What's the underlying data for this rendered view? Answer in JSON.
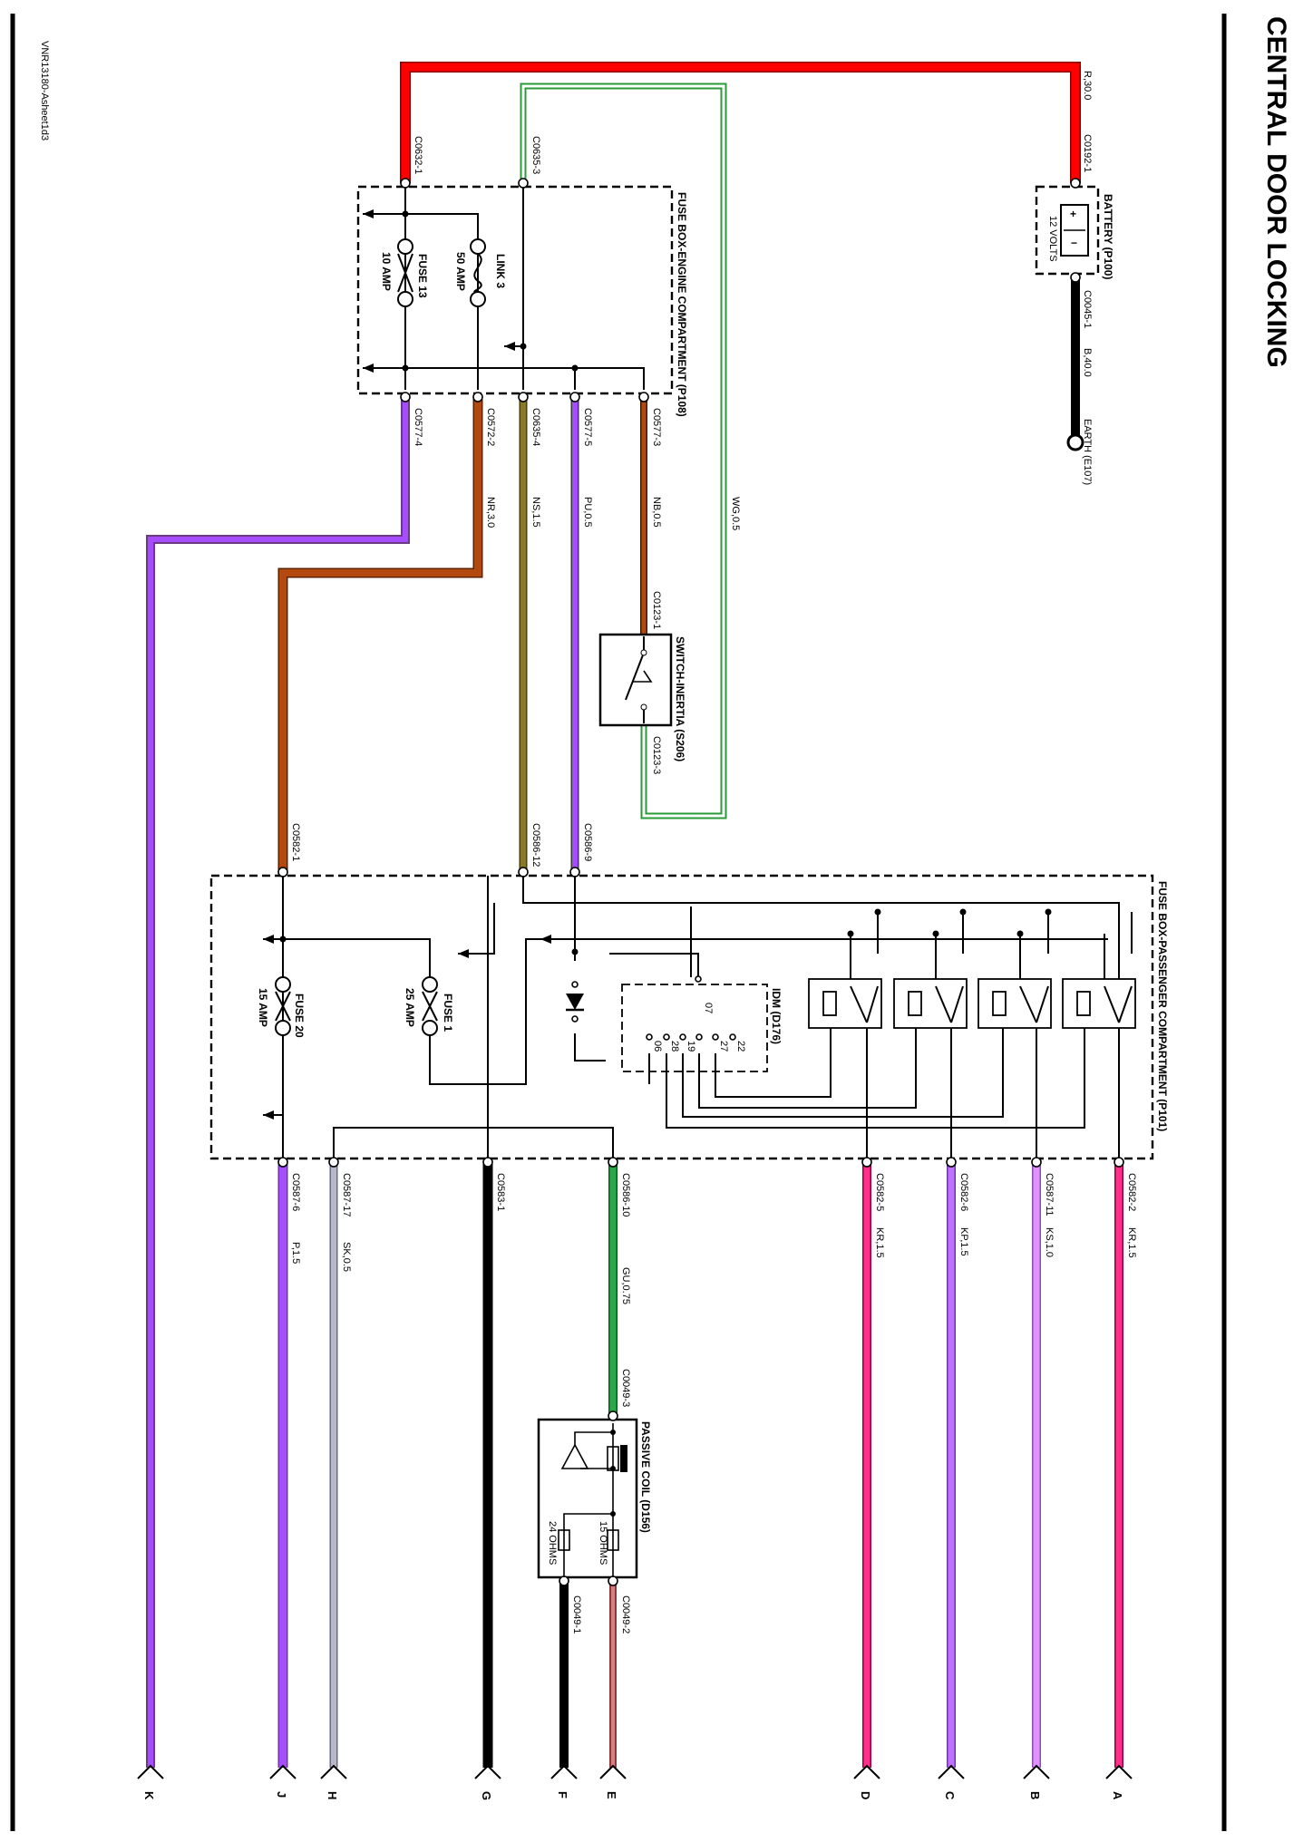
{
  "title": "CENTRAL DOOR LOCKING",
  "doc_ref": "VNR13180-Asheet1d3",
  "battery": {
    "label": "BATTERY (P100)",
    "volts": "12 VOLTS",
    "c_pos": "C0192-1",
    "c_neg": "C0045-1",
    "wire_pos": "R,30.0",
    "wire_neg": "B,40.0",
    "earth": "EARTH (E107)"
  },
  "fuse_engine": {
    "label": "FUSE BOX-ENGINE COMPARTMENT (P108)",
    "link": [
      "LINK 3",
      "50 AMP"
    ],
    "fuse": [
      "FUSE 13",
      "10 AMP"
    ],
    "connectors_top": [
      "C0632-1",
      "C0635-3"
    ],
    "connectors_bottom": [
      "C0577-4",
      "C0572-2",
      "C0635-4",
      "C0577-5",
      "C0577-3"
    ]
  },
  "wires": {
    "wg": "WG,0.5",
    "nb": "NB,0.5",
    "pu": "PU,0.5",
    "ns": "NS,1.5",
    "nr": "NR,3.0"
  },
  "inertia": {
    "label": "SWITCH-INERTIA (S206)",
    "c1": "C0123-1",
    "c3": "C0123-3"
  },
  "fuse_pass": {
    "label": "FUSE BOX-PASSENGER COMPARTMENT (P101)",
    "conn_in": [
      "C0582-1",
      "C0586-12",
      "C0586-9"
    ],
    "fuse1": [
      "FUSE 1",
      "25 AMP"
    ],
    "fuse20": [
      "FUSE 20",
      "15 AMP"
    ],
    "idm": "IDM (D176)",
    "idm_pins": [
      "07",
      "06",
      "28",
      "19",
      "27",
      "22"
    ],
    "conn_out": [
      "C0587-6",
      "C0587-17",
      "C0583-1",
      "C0586-10",
      "C0582-5",
      "C0582-6",
      "C0587-11",
      "C0582-2"
    ]
  },
  "out_wires": [
    "P,1.5",
    "SK,0.5",
    "GU,0.75",
    "KR,1.5",
    "KP,1.5",
    "KS,1.0",
    "KR,1.5"
  ],
  "coil": {
    "label": "PASSIVE COIL (D156)",
    "c_top": "C0049-3",
    "c1": "C0049-1",
    "c2": "C0049-2",
    "r1": "24 OHMS",
    "r2": "15 OHMS"
  },
  "edges": [
    "K",
    "J",
    "H",
    "G",
    "F",
    "E",
    "D",
    "C",
    "B",
    "A"
  ],
  "colors": {
    "red": "#ff0000",
    "purple": "#a64dff",
    "purple_edge": "#8a5fa3",
    "brown": "#b24a10",
    "olive": "#7a6a1e",
    "green_w": "#2a9a3a",
    "pink": "#ff2f8a",
    "lilac": "#c98cff",
    "grey": "#a8a8a8"
  }
}
